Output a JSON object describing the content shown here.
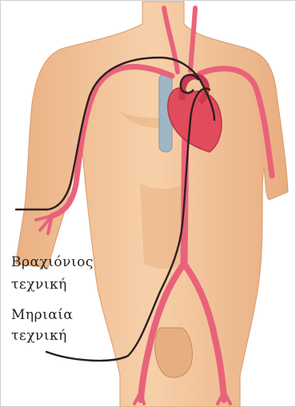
{
  "labels": {
    "brachial_line1": "Βραχιόνιος",
    "brachial_line2": "τεχνική",
    "femoral_line1": "Μηριαία",
    "femoral_line2": "τεχνική"
  },
  "colors": {
    "skin": "#f4c79f",
    "skin_shadow": "#e3a879",
    "artery": "#e9627a",
    "heart": "#e24b5c",
    "vein": "#9fb6c4",
    "catheter": "#2b1f1f",
    "label_text": "#1f1f1f"
  }
}
